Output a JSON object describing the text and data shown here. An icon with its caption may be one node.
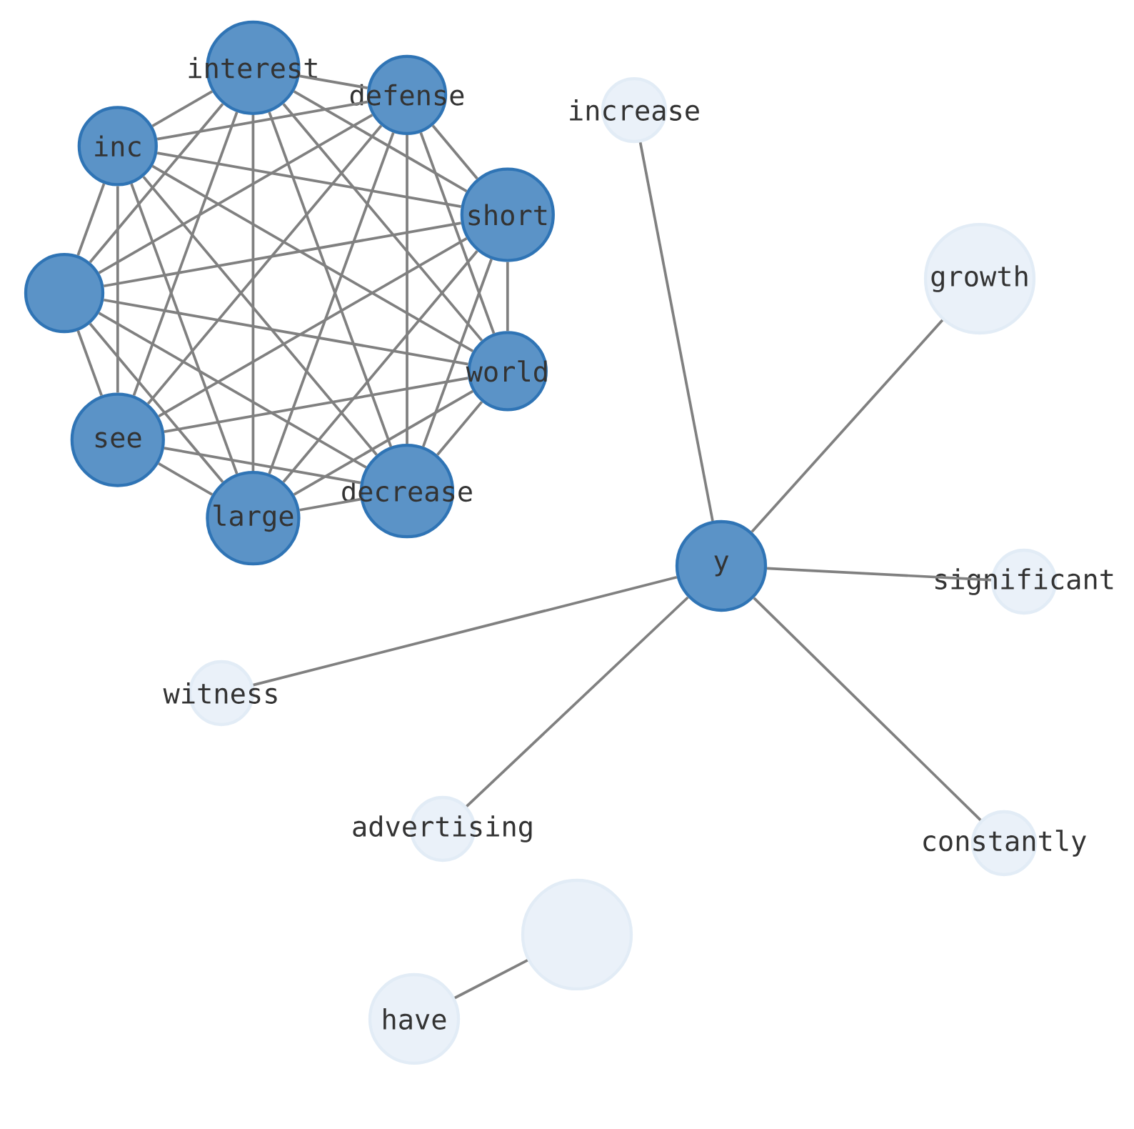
{
  "diagram": {
    "nodes": [
      {
        "text": [
          "inc"
        ]
      },
      {
        "text": [
          "defense"
        ]
      },
      {
        "text": [],
        "shape": "circle"
      },
      {
        "text": [
          "interest"
        ]
      },
      {
        "text": [
          "see"
        ]
      },
      {
        "text": [
          "short"
        ]
      },
      {
        "text": [
          "decrease"
        ]
      },
      {
        "text": [
          "large"
        ]
      },
      {
        "text": [
          "world"
        ]
      },
      {
        "text": [
          "increase"
        ]
      },
      {
        "text": [
          "growth"
        ]
      },
      {
        "text": [
          "y"
        ]
      },
      {
        "text": [
          "significant"
        ]
      },
      {
        "text": [
          "witness"
        ]
      },
      {
        "text": [
          "advertising"
        ]
      },
      {
        "text": [
          "constantly"
        ]
      },
      {
        "text": [],
        "shape": "circle"
      },
      {
        "text": [
          "have"
        ]
      }
    ],
    "edges": [
      {
        "from": 0,
        "to": 1,
        "arrow": "none"
      },
      {
        "from": 0,
        "to": 2,
        "arrow": "none"
      },
      {
        "from": 0,
        "to": 3,
        "arrow": "none"
      },
      {
        "from": 0,
        "to": 4,
        "arrow": "none"
      },
      {
        "from": 0,
        "to": 5,
        "arrow": "none"
      },
      {
        "from": 0,
        "to": 6,
        "arrow": "none"
      },
      {
        "from": 0,
        "to": 7,
        "arrow": "none"
      },
      {
        "from": 0,
        "to": 8,
        "arrow": "none"
      },
      {
        "from": 1,
        "to": 2,
        "arrow": "none"
      },
      {
        "from": 1,
        "to": 3,
        "arrow": "none"
      },
      {
        "from": 1,
        "to": 4,
        "arrow": "none"
      },
      {
        "from": 1,
        "to": 5,
        "arrow": "none"
      },
      {
        "from": 1,
        "to": 6,
        "arrow": "none"
      },
      {
        "from": 1,
        "to": 7,
        "arrow": "none"
      },
      {
        "from": 1,
        "to": 8,
        "arrow": "none"
      },
      {
        "from": 2,
        "to": 3,
        "arrow": "none"
      },
      {
        "from": 2,
        "to": 4,
        "arrow": "none"
      },
      {
        "from": 2,
        "to": 5,
        "arrow": "none"
      },
      {
        "from": 2,
        "to": 6,
        "arrow": "none"
      },
      {
        "from": 2,
        "to": 7,
        "arrow": "none"
      },
      {
        "from": 2,
        "to": 8,
        "arrow": "none"
      },
      {
        "from": 3,
        "to": 4,
        "arrow": "none"
      },
      {
        "from": 3,
        "to": 5,
        "arrow": "none"
      },
      {
        "from": 3,
        "to": 6,
        "arrow": "none"
      },
      {
        "from": 3,
        "to": 7,
        "arrow": "none"
      },
      {
        "from": 3,
        "to": 8,
        "arrow": "none"
      },
      {
        "from": 4,
        "to": 5,
        "arrow": "none"
      },
      {
        "from": 4,
        "to": 6,
        "arrow": "none"
      },
      {
        "from": 4,
        "to": 7,
        "arrow": "none"
      },
      {
        "from": 4,
        "to": 8,
        "arrow": "none"
      },
      {
        "from": 5,
        "to": 6,
        "arrow": "none"
      },
      {
        "from": 5,
        "to": 7,
        "arrow": "none"
      },
      {
        "from": 5,
        "to": 8,
        "arrow": "none"
      },
      {
        "from": 6,
        "to": 7,
        "arrow": "none"
      },
      {
        "from": 6,
        "to": 8,
        "arrow": "none"
      },
      {
        "from": 7,
        "to": 8,
        "arrow": "none"
      },
      {
        "from": 11,
        "to": 9,
        "arrow": "none"
      },
      {
        "from": 11,
        "to": 10,
        "arrow": "none"
      },
      {
        "from": 11,
        "to": 12,
        "arrow": "none"
      },
      {
        "from": 11,
        "to": 13,
        "arrow": "none"
      },
      {
        "from": 11,
        "to": 14,
        "arrow": "none"
      },
      {
        "from": 11,
        "to": 15,
        "arrow": "none"
      },
      {
        "from": 16,
        "to": 17,
        "arrow": "none"
      }
    ]
  }
}
